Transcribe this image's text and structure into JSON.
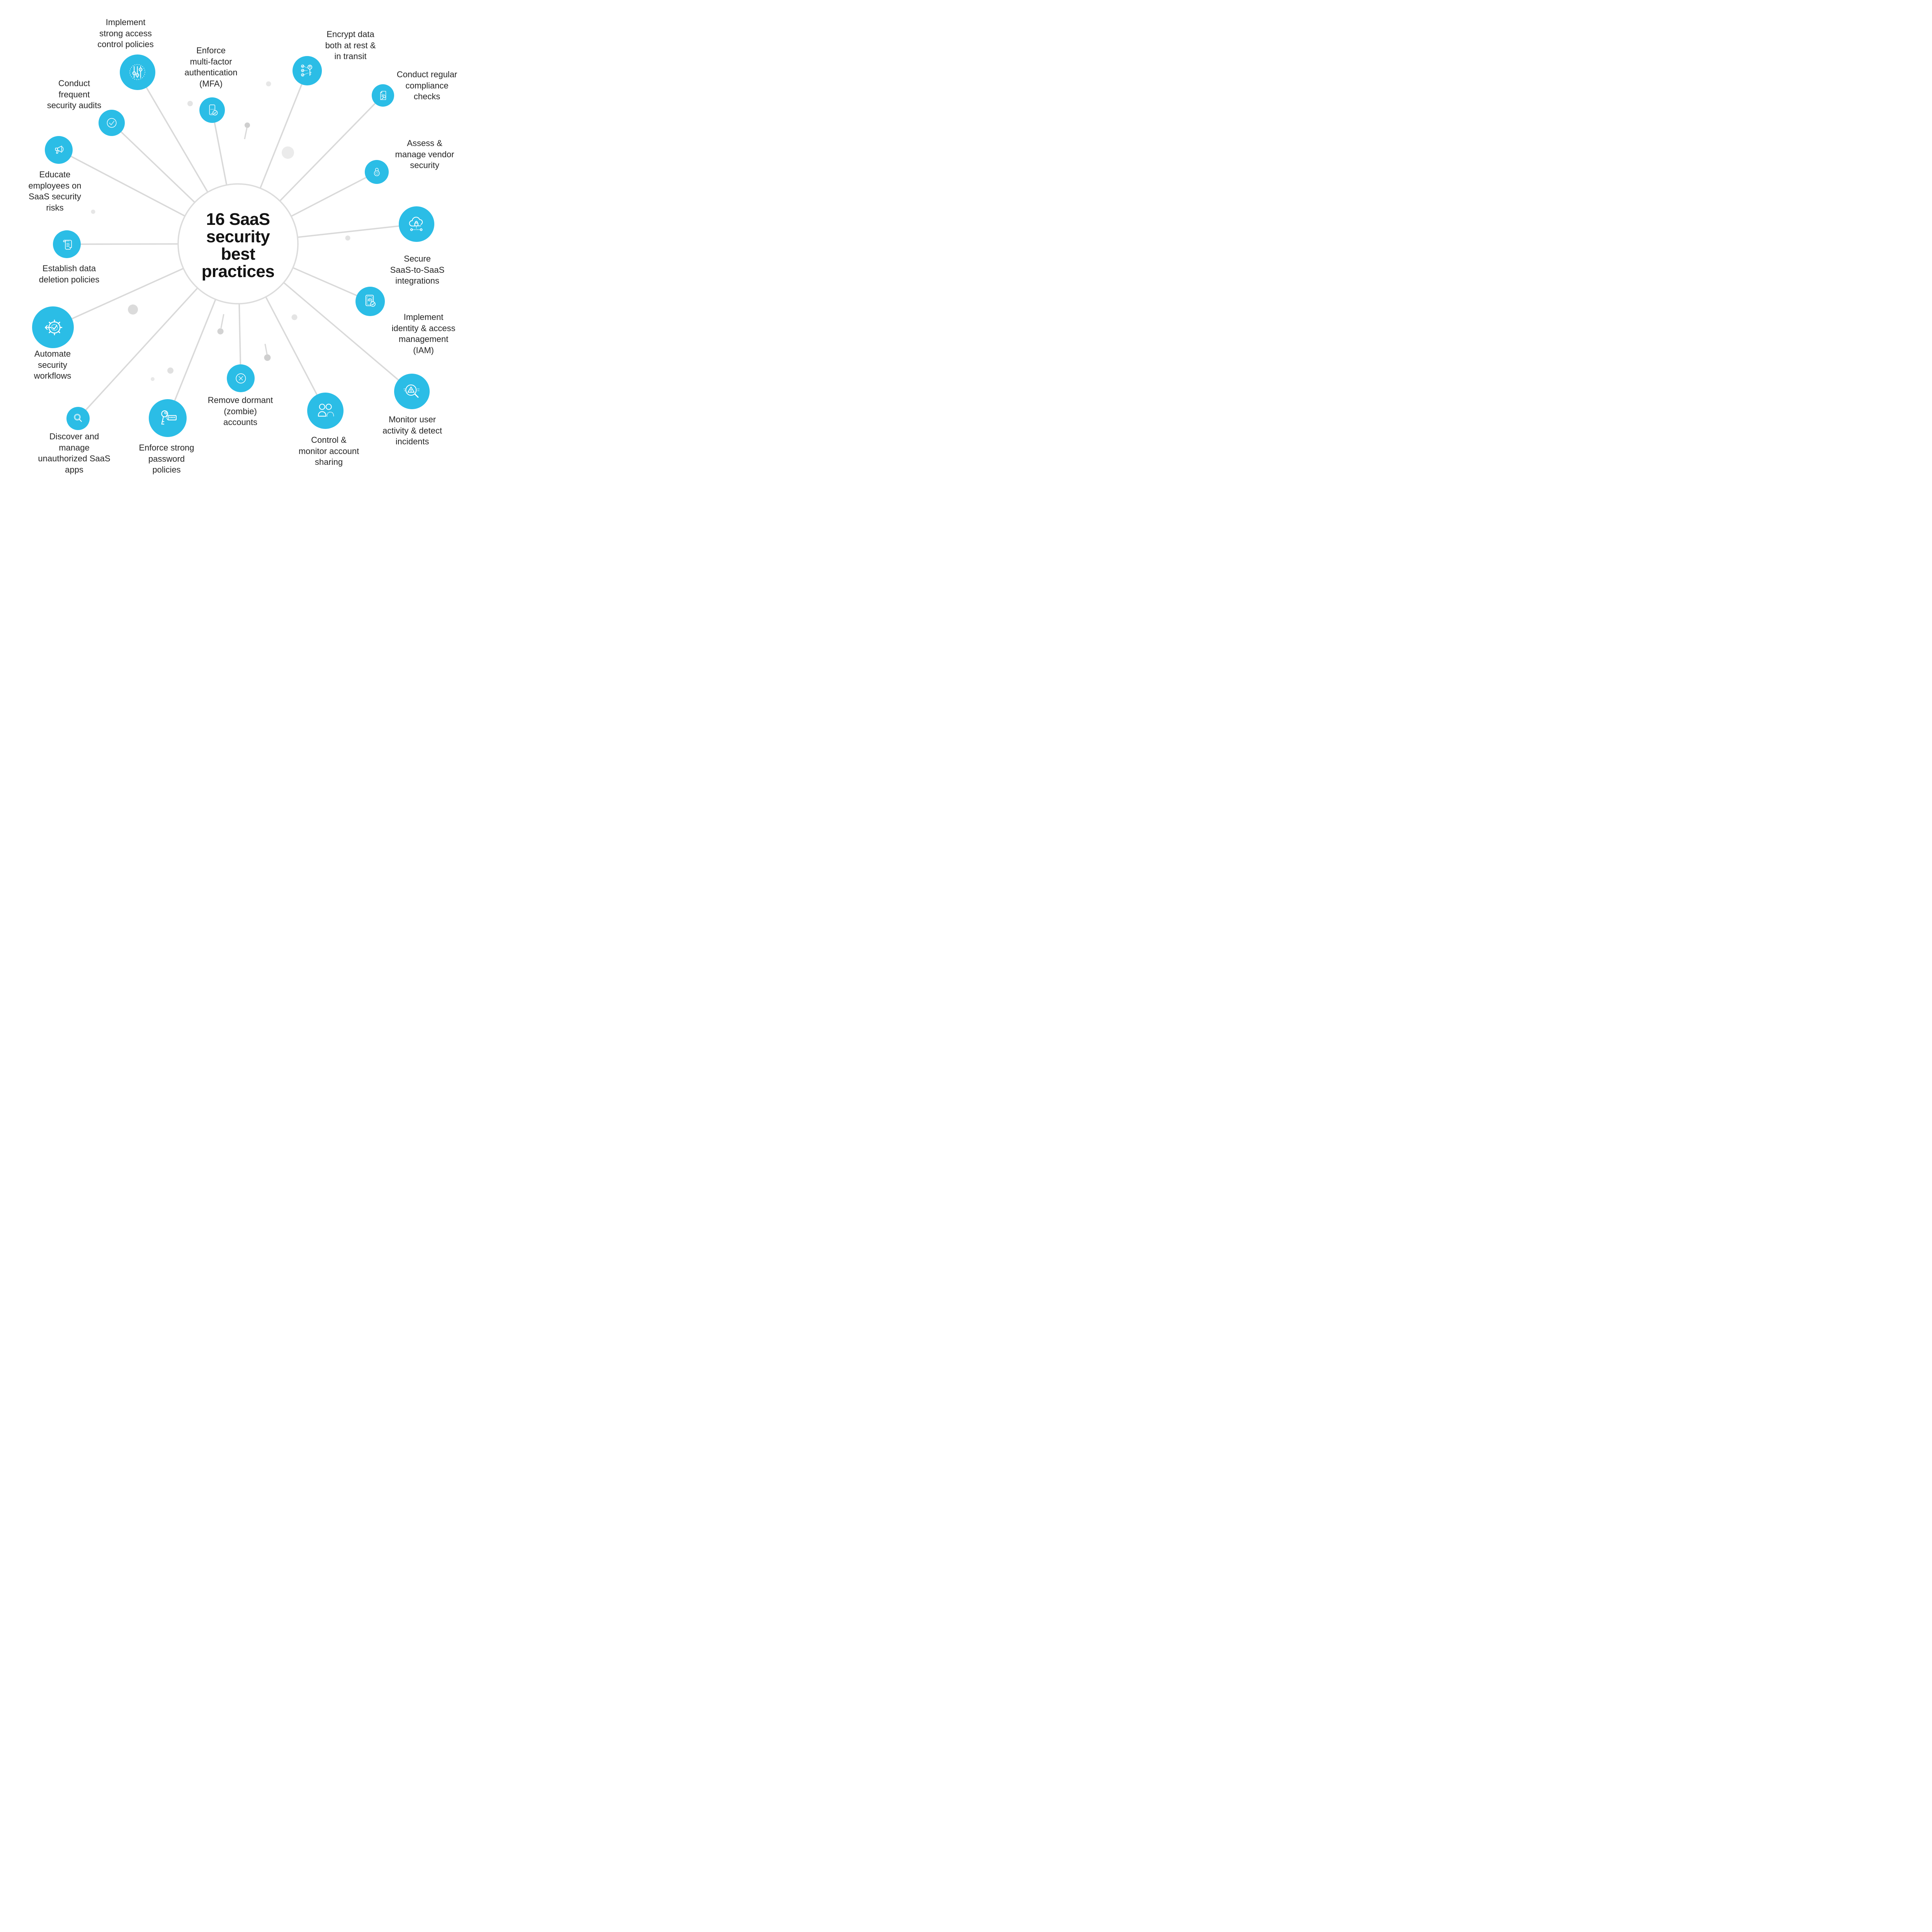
{
  "diagram": {
    "center_title": [
      "16 SaaS",
      "security",
      "best",
      "practices"
    ],
    "accent_color": "#2BBDE6",
    "line_color": "#d9d9d9",
    "text_color": "#262626",
    "background_color": "#ffffff",
    "nodes": [
      {
        "label": [
          "Implement",
          "strong access",
          "control policies"
        ],
        "icon": "sliders-icon"
      },
      {
        "label": [
          "Enforce",
          "multi-factor",
          "authentication",
          "(MFA)"
        ],
        "icon": "phone-check-icon"
      },
      {
        "label": [
          "Encrypt data",
          "both at rest &",
          "in transit"
        ],
        "icon": "key-checklist-icon"
      },
      {
        "label": [
          "Conduct regular",
          "compliance",
          "checks"
        ],
        "icon": "document-gavel-icon"
      },
      {
        "label": [
          "Assess &",
          "manage vendor",
          "security"
        ],
        "icon": "padlock-icon"
      },
      {
        "label": [
          "Secure",
          "SaaS-to-SaaS",
          "integrations"
        ],
        "icon": "cloud-lock-icon"
      },
      {
        "label": [
          "Implement",
          "identity & access",
          "management",
          "(IAM)"
        ],
        "icon": "fingerprint-check-icon"
      },
      {
        "label": [
          "Monitor user",
          "activity & detect",
          "incidents"
        ],
        "icon": "magnifier-alert-icon"
      },
      {
        "label": [
          "Control &",
          "monitor account",
          "sharing"
        ],
        "icon": "shared-users-icon"
      },
      {
        "label": [
          "Remove dormant",
          "(zombie)",
          "accounts"
        ],
        "icon": "cross-circle-icon"
      },
      {
        "label": [
          "Enforce strong",
          "password",
          "policies"
        ],
        "icon": "key-password-icon"
      },
      {
        "label": [
          "Discover and",
          "manage",
          "unauthorized SaaS",
          "apps"
        ],
        "icon": "magnifier-icon"
      },
      {
        "label": [
          "Automate",
          "security",
          "workflows"
        ],
        "icon": "gear-check-icon"
      },
      {
        "label": [
          "Establish data",
          "deletion policies"
        ],
        "icon": "scroll-icon"
      },
      {
        "label": [
          "Educate",
          "employees on",
          "SaaS security",
          "risks"
        ],
        "icon": "megaphone-icon"
      },
      {
        "label": [
          "Conduct",
          "frequent",
          "security audits"
        ],
        "icon": "check-circle-icon"
      }
    ]
  }
}
